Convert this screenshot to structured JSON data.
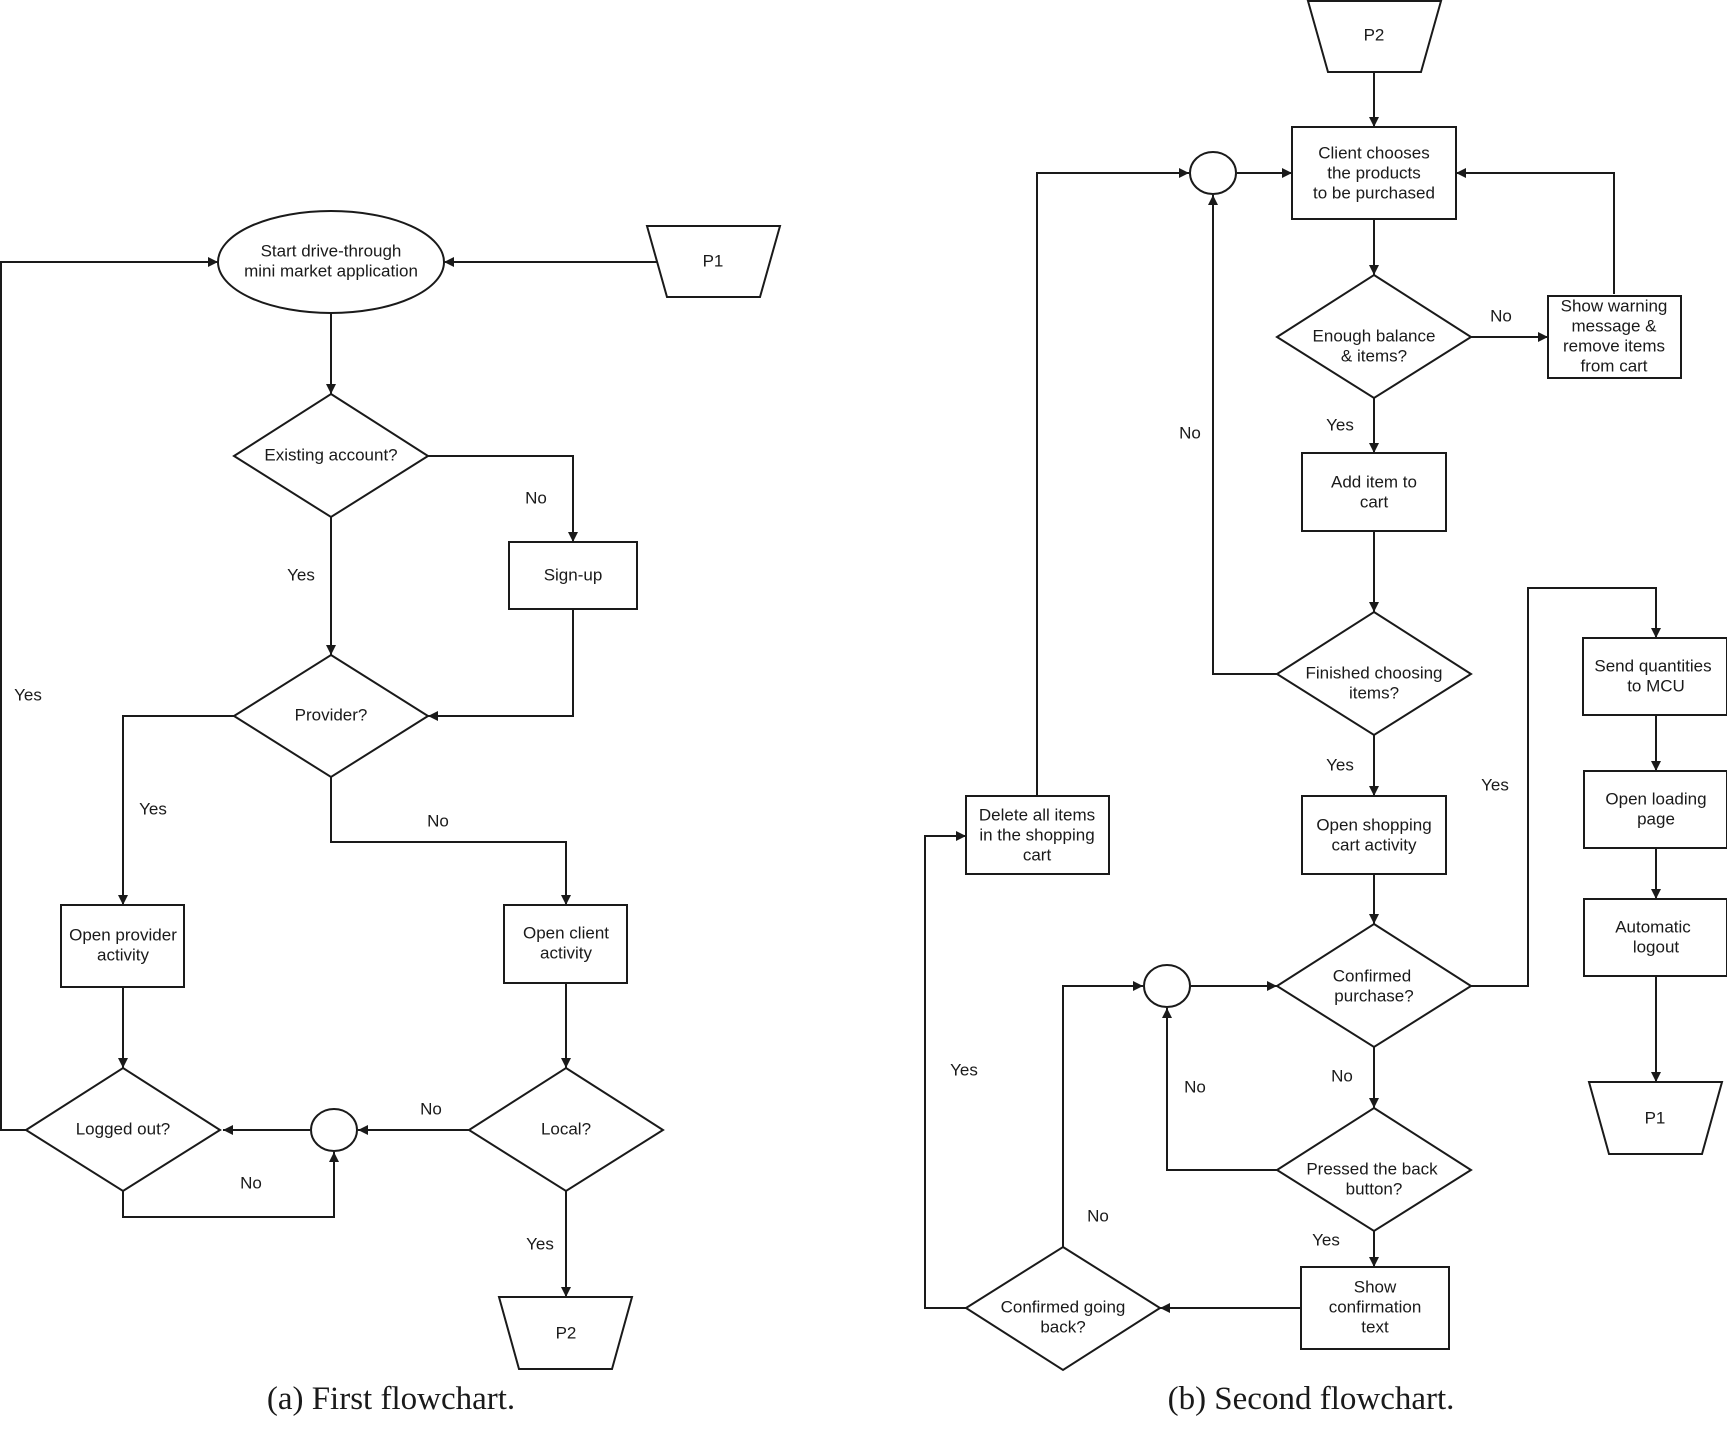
{
  "captions": {
    "a": "(a) First flowchart.",
    "b": "(b) Second flowchart."
  },
  "fc1": {
    "p1": "P1",
    "start": [
      "Start drive-through",
      "mini market application"
    ],
    "existing": "Existing account?",
    "signup": "Sign-up",
    "provider": "Provider?",
    "open_provider": [
      "Open provider",
      "activity"
    ],
    "open_client": [
      "Open client",
      "activity"
    ],
    "logged_out": "Logged out?",
    "local": "Local?",
    "p2": "P2",
    "labels": {
      "existing_no": "No",
      "existing_yes": "Yes",
      "loop_yes": "Yes",
      "provider_yes": "Yes",
      "provider_no": "No",
      "local_no": "No",
      "logged_no": "No",
      "local_yes": "Yes"
    }
  },
  "fc2": {
    "p2": "P2",
    "client_chooses": [
      "Client chooses",
      "the products",
      "to be purchased"
    ],
    "enough": [
      "Enough balance",
      "& items?"
    ],
    "warning": [
      "Show warning",
      "message &",
      "remove items",
      "from cart"
    ],
    "add_item": [
      "Add item to",
      "cart"
    ],
    "finished": [
      "Finished choosing",
      "items?"
    ],
    "open_cart": [
      "Open shopping",
      "cart activity"
    ],
    "delete_all": [
      "Delete all items",
      "in the shopping",
      "cart"
    ],
    "confirmed_purchase": [
      "Confirmed",
      "purchase?"
    ],
    "send_qty": [
      "Send quantities",
      "to MCU"
    ],
    "open_loading": [
      "Open loading",
      "page"
    ],
    "auto_logout": [
      "Automatic",
      "logout"
    ],
    "p1": "P1",
    "pressed_back": [
      "Pressed the back",
      "button?"
    ],
    "show_confirm": [
      "Show",
      "confirmation",
      "text"
    ],
    "confirmed_back": [
      "Confirmed going",
      "back?"
    ],
    "labels": {
      "enough_no": "No",
      "finished_no": "No",
      "enough_yes": "Yes",
      "finished_yes": "Yes",
      "purchase_yes": "Yes",
      "back_yes_left": "Yes",
      "pressed_no": "No",
      "purchase_no": "No",
      "confirmed_back_no": "No",
      "pressed_yes": "Yes"
    }
  }
}
